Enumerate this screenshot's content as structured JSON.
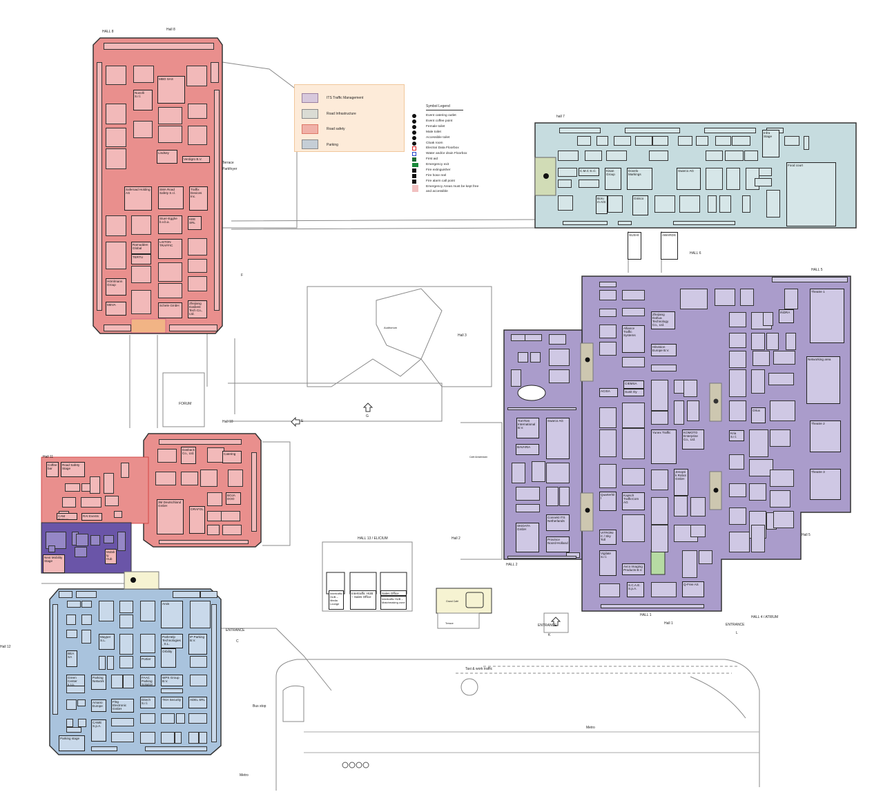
{
  "legend": {
    "categories": [
      {
        "label": "ITS Traffic Management",
        "color": "#d7c8dc"
      },
      {
        "label": "Road Infrastructure",
        "color": "#dadcd4"
      },
      {
        "label": "Road safety",
        "color": "#f0b1a8"
      },
      {
        "label": "Parking",
        "color": "#c5ced6"
      }
    ],
    "symbol_title": "Symbol Legend",
    "symbols": [
      {
        "label": "Event catering outlet",
        "icon": "catering-icon"
      },
      {
        "label": "Event coffee point",
        "icon": "coffee-icon"
      },
      {
        "label": "Female toilet",
        "icon": "female-toilet-icon"
      },
      {
        "label": "Male toilet",
        "icon": "male-toilet-icon"
      },
      {
        "label": "Accessible toilet",
        "icon": "accessible-toilet-icon"
      },
      {
        "label": "Cloak room",
        "icon": "cloakroom-icon"
      },
      {
        "label": "Electra/ Data Floorbox",
        "icon": "electra-floorbox-icon"
      },
      {
        "label": "Water and/or drain Floorbox",
        "icon": "water-floorbox-icon"
      },
      {
        "label": "First aid",
        "icon": "first-aid-icon"
      },
      {
        "label": "Emergency exit",
        "icon": "emergency-exit-icon"
      },
      {
        "label": "Fire extinguisher",
        "icon": "fire-extinguisher-icon"
      },
      {
        "label": "Fire hose reel",
        "icon": "fire-hose-icon"
      },
      {
        "label": "Fire alarm call point",
        "icon": "fire-alarm-icon"
      },
      {
        "label": "Emergency Areas must be kept free and accessible",
        "icon": "emergency-area-icon"
      }
    ]
  },
  "labels": {
    "hall8_a": "HALL 8",
    "hall8_b": "Hall 8",
    "hall7": "hall 7",
    "hall6": "HALL 6",
    "hall5": "HALL 5",
    "hall5_b": "Hall 5",
    "hall3": "Hall 3",
    "hall2": "Hall 2",
    "hall2_b": "HALL 2",
    "hall1": "HALL 1",
    "hall1_b": "Hall 1",
    "hall10": "Hall 10",
    "hall11": "Hall 11",
    "hall12": "Hall 12",
    "hall13": "HALL 13 / ELICIUM",
    "hall4": "HALL 4 / ATRIUM",
    "forum": "FORUM",
    "auditorium": "Auditorium",
    "entrance_c": "ENTRANCE",
    "entrance_k": "ENTRANCE",
    "entrance_l": "ENTRANCE",
    "taxi": "Taxi & work traffic",
    "bus": "Bus stop",
    "metro1": "Metro",
    "metro2": "Metro",
    "grand_cafe": "Grand Café",
    "terrace": "Terrace",
    "sushi": "SUSHI",
    "awards": "AWARDS",
    "parkfoyer": "Terrace Parkfoyer",
    "cafe_amsterdam": "Café Amsterdam",
    "gate_g": "G",
    "gate_e": "E",
    "gate_f": "F",
    "gate_k": "K",
    "gate_l": "L",
    "gate_c": "C",
    "hub_lounge": "Intertraffic HUB – Media Lounge",
    "hub_sales": "Intertraffic HUB – Sales Office",
    "sales_office": "Sales Office",
    "matchmaking": "Intertraffic HUB – Matchmaking zone"
  },
  "booths": [
    {
      "name": "MBO SAS",
      "hall": "8"
    },
    {
      "name": "Nuvolli S.r.l.",
      "hall": "8"
    },
    {
      "name": "Saferoad Holding AS",
      "hall": "8"
    },
    {
      "name": "SMA Road Safety S.r.l.",
      "hall": "8"
    },
    {
      "name": "Traffix Devices Inc.",
      "hall": "8"
    },
    {
      "name": "Stuer-Egghe b.v.b.a.",
      "hall": "8"
    },
    {
      "name": "LISTON TRAFFIC",
      "hall": "8"
    },
    {
      "name": "Hörnlmann Group",
      "hall": "8"
    },
    {
      "name": "MEVA",
      "hall": "8"
    },
    {
      "name": "Schele GmbH",
      "hall": "8"
    },
    {
      "name": "Zhejiang Easbest Tech Co., Ltd.",
      "hall": "8"
    },
    {
      "name": "Lindsey",
      "hall": "8"
    },
    {
      "name": "Ramudden Global",
      "hall": "8"
    },
    {
      "name": "TERTU",
      "hall": "8"
    },
    {
      "name": "KEE SRL",
      "hall": "8"
    },
    {
      "name": "Verdigro B.V.",
      "hall": "8"
    },
    {
      "name": "Infra Stage",
      "hall": "7"
    },
    {
      "name": "Food court",
      "hall": "7"
    },
    {
      "name": "C.M.C S.r.l.",
      "hall": "7"
    },
    {
      "name": "Kisan Group",
      "hall": "7"
    },
    {
      "name": "Dovelo Markings",
      "hall": "7"
    },
    {
      "name": "Swarco AG",
      "hall": "7"
    },
    {
      "name": "Gnisco",
      "hall": "7"
    },
    {
      "name": "Borum A/S",
      "hall": "7"
    },
    {
      "name": "Theatre 1",
      "hall": "5"
    },
    {
      "name": "Networking area",
      "hall": "5"
    },
    {
      "name": "Theatre 2",
      "hall": "5"
    },
    {
      "name": "Theatre 3",
      "hall": "5"
    },
    {
      "name": "INDRA",
      "hall": "5"
    },
    {
      "name": "Alliance Traffic Systems",
      "hall": "1"
    },
    {
      "name": "Hikvision Europe B.V.",
      "hall": "1"
    },
    {
      "name": "Yunex Traffic",
      "hall": "1"
    },
    {
      "name": "Swarco AG",
      "hall": "2"
    },
    {
      "name": "TomTom International B.V.",
      "hall": "2"
    },
    {
      "name": "BAVARIA",
      "hall": "2"
    },
    {
      "name": "SKIDATA GmbH",
      "hall": "2"
    },
    {
      "name": "Province Noord-Holland",
      "hall": "2"
    },
    {
      "name": "Connekt ITS Netherlands",
      "hall": "2"
    },
    {
      "name": "VITRONIC / Sky Toll",
      "hall": "1"
    },
    {
      "name": "Vigilate S.r.l.",
      "hall": "1"
    },
    {
      "name": "Avco Imaging Products B.V.",
      "hall": "1"
    },
    {
      "name": "S.C.A.E. S.p.A.",
      "hall": "1"
    },
    {
      "name": "Q-Free AS",
      "hall": "1"
    },
    {
      "name": "Zhejiang Dahua Technology Co., Ltd.",
      "hall": "1"
    },
    {
      "name": "CIEMSA",
      "hall": "1"
    },
    {
      "name": "Sunit Oy",
      "hall": "1"
    },
    {
      "name": "KOMOTO Enterprise Co., Ltd.",
      "hall": "1"
    },
    {
      "name": "Jenoptik Robot GmbH",
      "hall": "1"
    },
    {
      "name": "Kapsch TrafficCom AG",
      "hall": "1"
    },
    {
      "name": "Kria S.r.l.",
      "hall": "5"
    },
    {
      "name": "Oriux",
      "hall": "5"
    },
    {
      "name": "Quarterhill",
      "hall": "1"
    },
    {
      "name": "ACISA",
      "hall": "1"
    },
    {
      "name": "Coffee bar",
      "hall": "11"
    },
    {
      "name": "Road Safety Stage",
      "hall": "11"
    },
    {
      "name": "3M Deutschland GmbH",
      "hall": "10"
    },
    {
      "name": "ORAFOL",
      "hall": "10"
    },
    {
      "name": "BOJA DOO",
      "hall": "10"
    },
    {
      "name": "Catering",
      "hall": "10"
    },
    {
      "name": "Dasback Co., Ltd.",
      "hall": "10"
    },
    {
      "name": "CAM Terrace",
      "hall": "11"
    },
    {
      "name": "RAI Events",
      "hall": "11"
    },
    {
      "name": "Next Mobility Stage",
      "hall": "11"
    },
    {
      "name": "Mobility Hub",
      "hall": "11"
    },
    {
      "name": "Parking stage",
      "hall": "12"
    },
    {
      "name": "Mayper S.L.",
      "hall": "12"
    },
    {
      "name": "Arxis",
      "hall": "12"
    },
    {
      "name": "ParkHelp Technologies, S.L.",
      "hall": "12"
    },
    {
      "name": "Orbility",
      "hall": "12"
    },
    {
      "name": "IP Parking B.V.",
      "hall": "12"
    },
    {
      "name": "Portier",
      "hall": "12"
    },
    {
      "name": "FAAC Parking Solutions",
      "hall": "12"
    },
    {
      "name": "WPS Group B.V.",
      "hall": "12"
    },
    {
      "name": "Parking Network",
      "hall": "12"
    },
    {
      "name": "Amano Europe",
      "hall": "12"
    },
    {
      "name": "CAME S.p.A.",
      "hall": "12"
    },
    {
      "name": "Flög Electronic GmbH",
      "hall": "12"
    },
    {
      "name": "ADEL SRL",
      "hall": "12"
    },
    {
      "name": "Ditech S.r.l.",
      "hall": "12"
    },
    {
      "name": "TKH Security",
      "hall": "12"
    },
    {
      "name": "BEA SA",
      "hall": "12"
    },
    {
      "name": "Green Center s.r.o.",
      "hall": "12"
    }
  ],
  "colors": {
    "road_safety_hall": "#e98f8d",
    "road_safety_booth": "#f2b9b9",
    "parking_hall": "#a9c3dd",
    "parking_booth": "#c9d9ea",
    "its_hall": "#aa9ccb",
    "its_booth": "#cfc8e4",
    "its_dark": "#6a55a8",
    "infra_hall": "#c6dcdf",
    "infra_booth": "#d6e6e8",
    "cafe": "#f6f3d2"
  }
}
